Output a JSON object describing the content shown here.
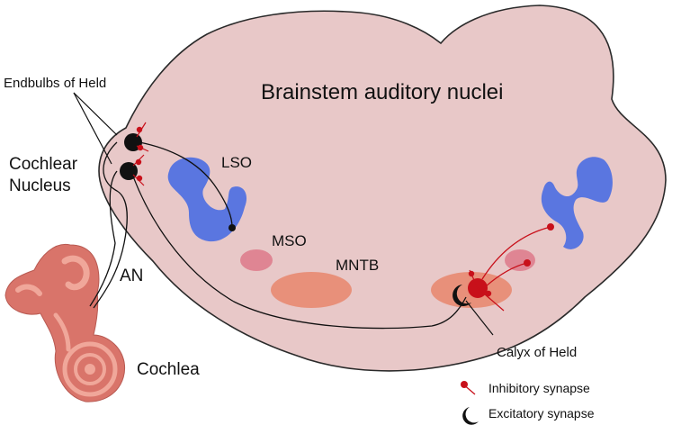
{
  "labels": {
    "title": "Brainstem auditory nuclei",
    "endbulbs": "Endbulbs of Held",
    "cochlear_nucleus_line1": "Cochlear",
    "cochlear_nucleus_line2": "Nucleus",
    "lso": "LSO",
    "mso": "MSO",
    "mntb": "MNTB",
    "an": "AN",
    "cochlea": "Cochlea",
    "calyx": "Calyx of Held"
  },
  "legend": {
    "inhibitory": "Inhibitory synapse",
    "excitatory": "Excitatory synapse"
  },
  "colors": {
    "tissue": "#e8c8c8",
    "outline": "#2a2a2a",
    "lso": "#5a76e0",
    "mso": "#df8593",
    "mntb": "#e8907a",
    "inhibitory": "#c8101a",
    "axon": "#111111",
    "cochlea": "#d9746a"
  },
  "icons": {
    "inhibitory": "red-bulb-synapse-icon",
    "excitatory": "black-crescent-synapse-icon"
  }
}
